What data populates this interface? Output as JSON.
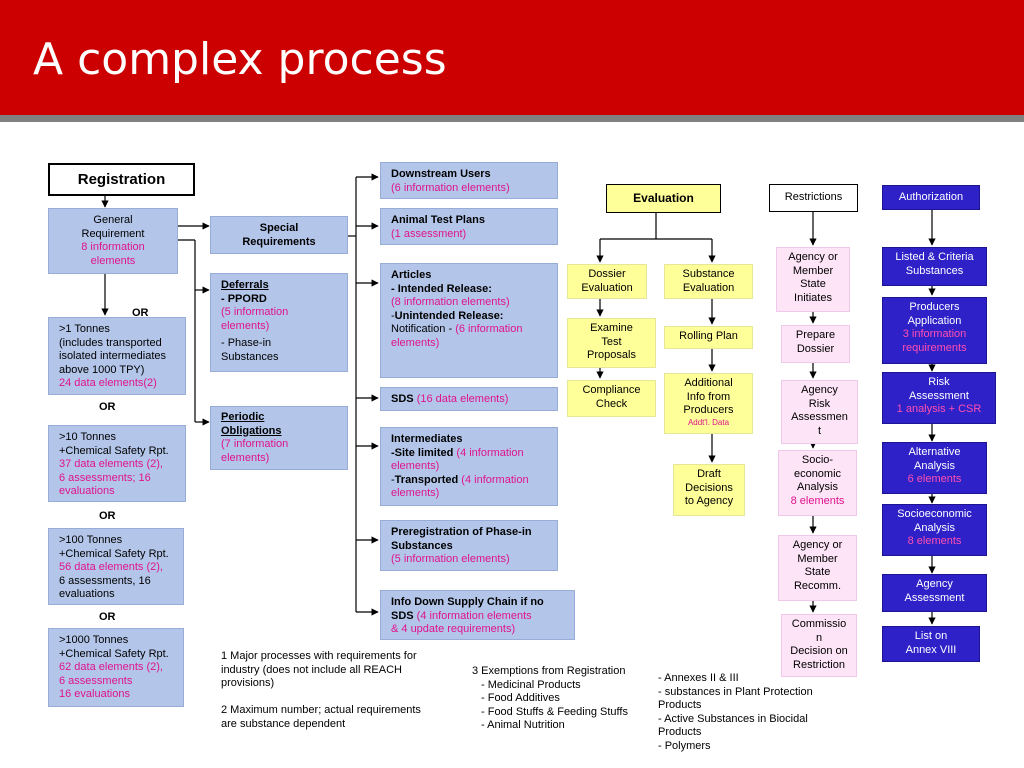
{
  "header": {
    "title": "A complex process",
    "bar_color": "#cc0000"
  },
  "registration": {
    "title": "Registration"
  },
  "general_requirement": {
    "line1": "General",
    "line2": "Requirement",
    "line3": "8 information",
    "line4": "elements"
  },
  "tonnage": [
    {
      "l1": ">1 Tonnes",
      "l2": "(includes transported",
      "l3": "isolated intermediates",
      "l4": "above 1000 TPY)",
      "l5": "24 data elements(2)"
    },
    {
      "l1": ">10 Tonnes",
      "l2": "+Chemical Safety Rpt.",
      "l3": "37 data elements (2),",
      "l4": "6 assessments; 16",
      "l5": "evaluations"
    },
    {
      "l1": ">100 Tonnes",
      "l2": "+Chemical Safety Rpt.",
      "l3": "56 data elements (2),",
      "l4": "6 assessments, 16",
      "l5": "evaluations"
    },
    {
      "l1": ">1000 Tonnes",
      "l2": "+Chemical Safety Rpt.",
      "l3": "62 data elements (2),",
      "l4": "6 assessments",
      "l5": "16 evaluations"
    }
  ],
  "or_label": "OR",
  "special": {
    "l1": "Special",
    "l2": "Requirements"
  },
  "deferrals": {
    "title": "Deferrals",
    "l1": "- PPORD",
    "l2": "(5 information",
    "l3": "elements)",
    "l4": "- Phase-in",
    "l5": "Substances"
  },
  "periodic": {
    "l1": "Periodic",
    "l2": "Obligations",
    "l3": "(7 information",
    "l4": "elements)"
  },
  "downstream": {
    "title": "Downstream Users",
    "detail": "(6 information elements)"
  },
  "animal": {
    "title": "Animal Test Plans",
    "detail": "(1 assessment)"
  },
  "articles": {
    "title": "Articles",
    "l1": "- Intended Release:",
    "l2": "(8 information elements)",
    "l3a": "-",
    "l3b": "Unintended Release:",
    "l4a": "Notification - ",
    "l4b": "(6 information",
    "l5": "elements)"
  },
  "sds": {
    "title": "SDS",
    "detail": "(16 data elements)"
  },
  "intermediates": {
    "title": "Intermediates",
    "l1a": "-Site limited",
    "l1b": " (4 information",
    "l2": "elements)",
    "l3a": "-",
    "l3b": "Transported",
    "l3c": " (4 information",
    "l4": "elements)"
  },
  "prereg": {
    "l1": "Preregistration of Phase-in",
    "l2": "Substances",
    "l3": "(5 information elements)"
  },
  "info_down": {
    "l1": "Info Down Supply Chain if no",
    "l2a": "SDS",
    "l2b": " (4 information elements",
    "l3": "& 4 update requirements)"
  },
  "notes": {
    "n1": [
      "1  Major processes with requirements for",
      "industry (does not include all REACH",
      "provisions)",
      "",
      "2  Maximum number; actual requirements",
      "are substance dependent"
    ],
    "n3": [
      "3  Exemptions from Registration",
      "- Medicinal Products",
      "- Food Additives",
      "- Food Stuffs & Feeding Stuffs",
      "- Animal Nutrition"
    ],
    "n4": [
      "- Annexes II & III",
      "- substances in Plant Protection",
      "Products",
      "- Active Substances in Biocidal",
      "Products",
      "- Polymers"
    ]
  },
  "evaluation": {
    "title": "Evaluation",
    "dossier": {
      "l1": "Dossier",
      "l2": "Evaluation"
    },
    "substance": {
      "l1": "Substance",
      "l2": "Evaluation"
    },
    "examine": {
      "l1": "Examine",
      "l2": "Test",
      "l3": "Proposals"
    },
    "compliance": {
      "l1": "Compliance",
      "l2": "Check"
    },
    "rolling": "Rolling Plan",
    "additional": {
      "l1": "Additional",
      "l2": "Info from",
      "l3": "Producers",
      "l4": "Addt'l. Data"
    },
    "draft": {
      "l1": "Draft",
      "l2": "Decisions",
      "l3": "to Agency"
    }
  },
  "restrictions": {
    "title": "Restrictions",
    "agency_member": {
      "l1": "Agency or",
      "l2": "Member",
      "l3": "State",
      "l4": "Initiates"
    },
    "prepare": {
      "l1": "Prepare",
      "l2": "Dossier"
    },
    "risk": {
      "l1": "Agency",
      "l2": "Risk",
      "l3": "Assessmen",
      "l4": "t"
    },
    "socio": {
      "l1": "Socio-",
      "l2": "economic",
      "l3": "Analysis",
      "l4": "8 elements"
    },
    "recomm": {
      "l1": "Agency or",
      "l2": "Member",
      "l3": "State",
      "l4": "Recomm."
    },
    "commission": {
      "l1": "Commissio",
      "l2": "n",
      "l3": "Decision on",
      "l4": "Restriction"
    }
  },
  "authorization": {
    "title": "Authorization",
    "listed": {
      "l1": "Listed & Criteria",
      "l2": "Substances"
    },
    "producers": {
      "l1": "Producers",
      "l2": "Application",
      "l3": "3 information",
      "l4": "requirements"
    },
    "risk": {
      "l1": "Risk",
      "l2": "Assessment",
      "l3": "1 analysis + CSR"
    },
    "alternative": {
      "l1": "Alternative",
      "l2": "Analysis",
      "l3": "6 elements"
    },
    "socioeconomic": {
      "l1": "Socioeconomic",
      "l2": "Analysis",
      "l3": "8 elements"
    },
    "agency": {
      "l1": "Agency",
      "l2": "Assessment"
    },
    "list": {
      "l1": "List on",
      "l2": "Annex VIII"
    }
  }
}
